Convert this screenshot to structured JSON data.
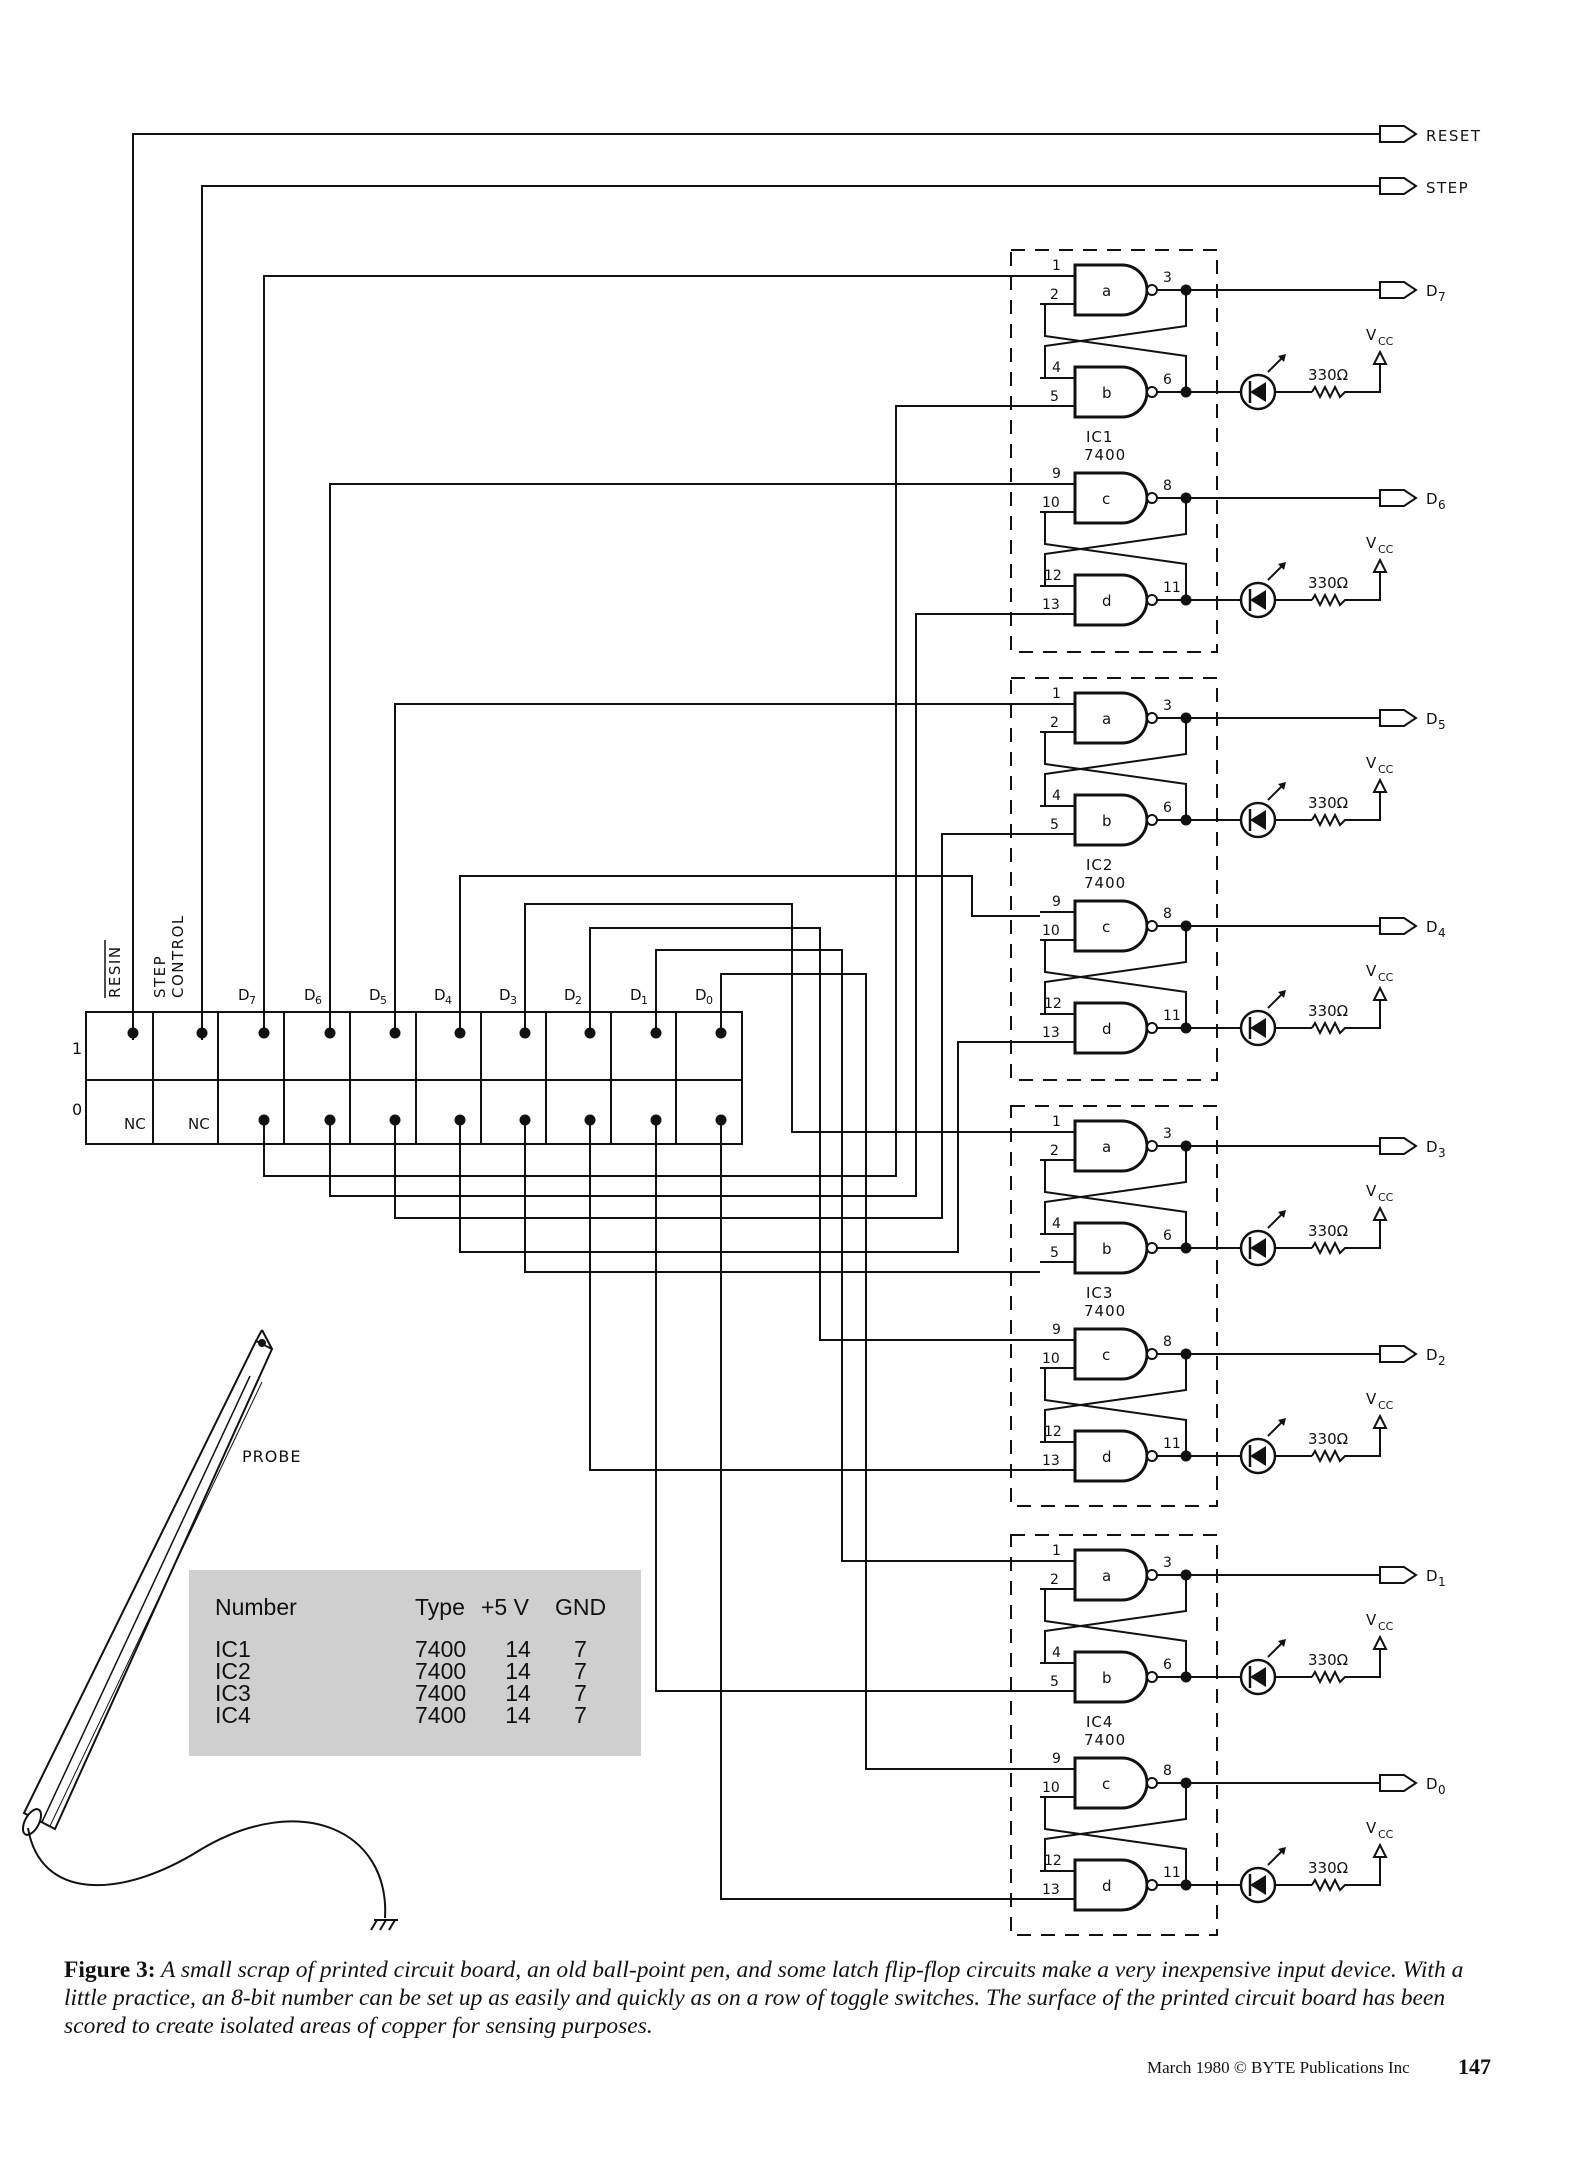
{
  "signals": {
    "reset": "RESET",
    "step": "STEP"
  },
  "outputs": [
    "D7",
    "D6",
    "D5",
    "D4",
    "D3",
    "D2",
    "D1",
    "D0"
  ],
  "vcc": "VCC",
  "resistor": "330Ω",
  "ics": [
    {
      "name": "IC1",
      "type": "7400"
    },
    {
      "name": "IC2",
      "type": "7400"
    },
    {
      "name": "IC3",
      "type": "7400"
    },
    {
      "name": "IC4",
      "type": "7400"
    }
  ],
  "gate_letters": [
    "a",
    "b",
    "c",
    "d"
  ],
  "pins": {
    "a_in": [
      "1",
      "2"
    ],
    "a_out": "3",
    "b_in": [
      "4",
      "5"
    ],
    "b_out": "6",
    "c_in": [
      "9",
      "10"
    ],
    "c_out": "8",
    "d_in": [
      "12",
      "13"
    ],
    "d_out": "11"
  },
  "pcb": {
    "columns": [
      "RESIN",
      "STEP CONTROL",
      "D7",
      "D6",
      "D5",
      "D4",
      "D3",
      "D2",
      "D1",
      "D0"
    ],
    "row_labels": [
      "1",
      "0"
    ],
    "nc": "NC"
  },
  "probe_label": "PROBE",
  "pin_table": {
    "headers": [
      "Number",
      "Type",
      "+5 V",
      "GND"
    ],
    "rows": [
      [
        "IC1",
        "7400",
        "14",
        "7"
      ],
      [
        "IC2",
        "7400",
        "14",
        "7"
      ],
      [
        "IC3",
        "7400",
        "14",
        "7"
      ],
      [
        "IC4",
        "7400",
        "14",
        "7"
      ]
    ]
  },
  "caption": {
    "label": "Figure 3:",
    "text": "A small scrap of printed circuit board, an old ball-point pen, and some latch flip-flop circuits make a very inexpensive input device. With a little practice, an 8-bit number can be set up as easily and quickly as on a row of toggle switches. The surface of the printed circuit board has been scored to create isolated areas of copper for sensing purposes."
  },
  "footer": "March 1980 © BYTE Publications Inc",
  "page_number": "147"
}
